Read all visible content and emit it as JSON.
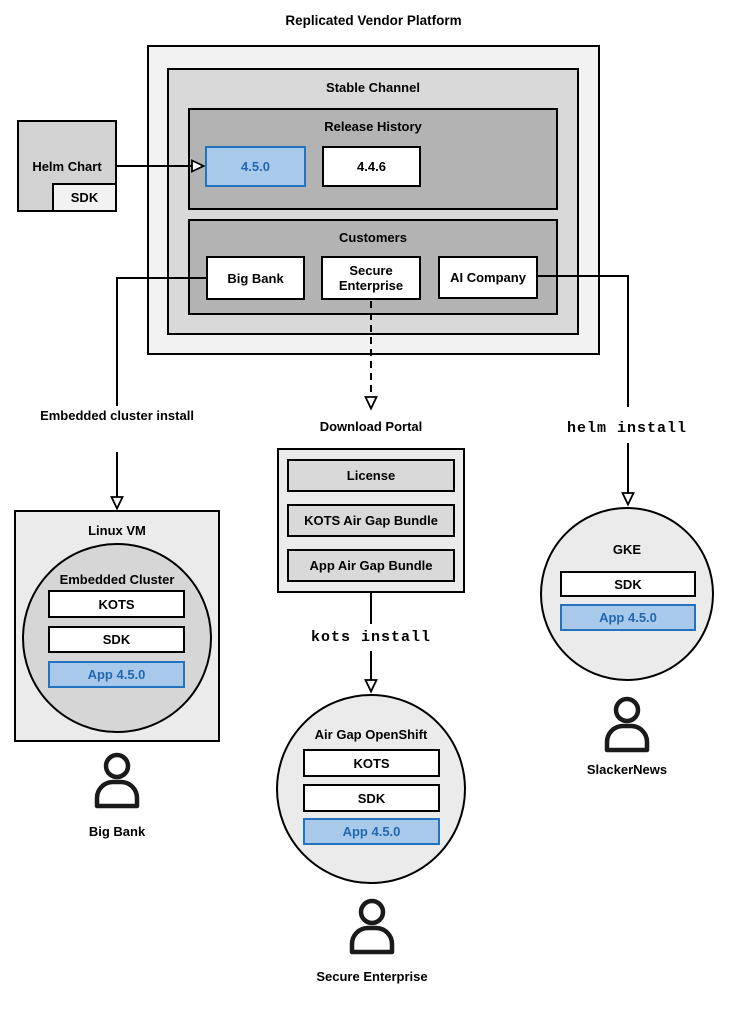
{
  "title": "Replicated Vendor Platform",
  "colors": {
    "highlight_fill": "#a9c9ea",
    "highlight_border": "#2373c1",
    "highlight_text": "#2068b2",
    "container_light": "#f2f2f2",
    "container_mid": "#d9d9d9",
    "container_dark": "#b3b3b3"
  },
  "platform": {
    "stable_channel": {
      "label": "Stable Channel"
    },
    "release_history": {
      "label": "Release History",
      "releases": [
        "4.5.0",
        "4.4.6"
      ]
    },
    "customers": {
      "label": "Customers",
      "items": [
        "Big Bank",
        "Secure Enterprise",
        "AI Company"
      ]
    }
  },
  "helm_chart": {
    "label": "Helm Chart",
    "sdk": "SDK"
  },
  "left_flow": {
    "arrow_label": "Embedded cluster install",
    "vm_label": "Linux VM",
    "cluster_label": "Embedded Cluster",
    "components": [
      "KOTS",
      "SDK",
      "App 4.5.0"
    ],
    "persona": "Big Bank"
  },
  "middle_flow": {
    "portal_label": "Download Portal",
    "portal_items": [
      "License",
      "KOTS Air Gap Bundle",
      "App Air Gap Bundle"
    ],
    "command": "kots install",
    "cluster_label": "Air Gap OpenShift",
    "components": [
      "KOTS",
      "SDK",
      "App 4.5.0"
    ],
    "persona": "Secure Enterprise"
  },
  "right_flow": {
    "command": "helm install",
    "cluster_label": "GKE",
    "components": [
      "SDK",
      "App 4.5.0"
    ],
    "persona": "SlackerNews"
  }
}
